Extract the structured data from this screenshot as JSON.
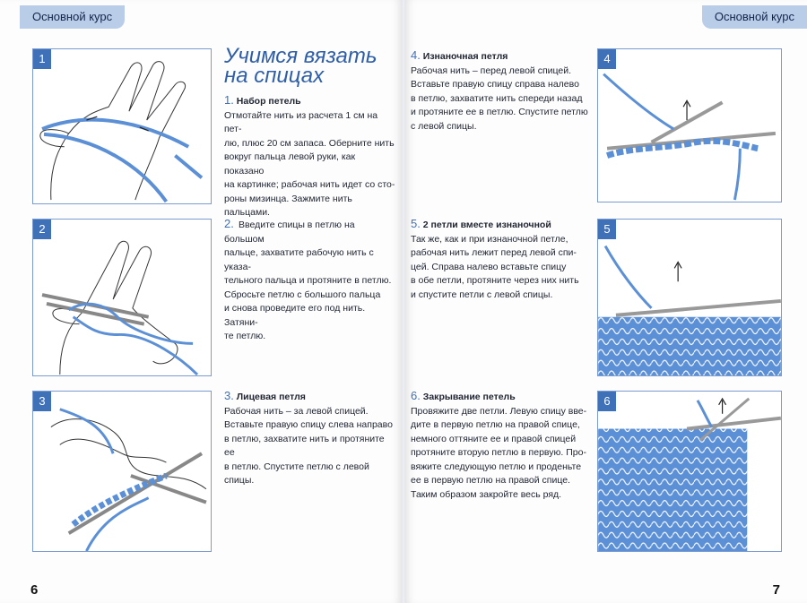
{
  "header": {
    "left_tab": "Основной курс",
    "right_tab": "Основной курс"
  },
  "title": {
    "line1": "Учимся вязать",
    "line2": "на спицах"
  },
  "figures": {
    "f1": "1",
    "f2": "2",
    "f3": "3",
    "f4": "4",
    "f5": "5",
    "f6": "6"
  },
  "steps": [
    {
      "num": "1.",
      "heading": "Набор петель",
      "text": "Отмотайте нить из расчета 1 см на пет-\nлю, плюс 20 см запаса. Оберните нить\nвокруг пальца левой руки, как показано\nна картинке; рабочая нить идет со сто-\nроны мизинца. Зажмите нить пальцами."
    },
    {
      "num": "2.",
      "heading": "",
      "text": "Введите спицы в петлю на большом\nпальце, захватите рабочую нить с указа-\nтельного пальца и протяните в петлю.\nСбросьте петлю с большого пальца\nи снова проведите его под нить. Затяни-\nте петлю."
    },
    {
      "num": "3.",
      "heading": "Лицевая петля",
      "text": "Рабочая нить – за левой спицей.\nВставьте правую спицу слева направо\nв петлю, захватите нить и протяните ее\nв петлю. Спустите петлю с левой спицы."
    },
    {
      "num": "4.",
      "heading": "Изнаночная петля",
      "text": "Рабочая нить – перед левой спицей.\nВставьте правую спицу справа налево\nв петлю, захватите нить спереди назад\nи протяните ее в петлю. Спустите петлю\nс левой спицы."
    },
    {
      "num": "5.",
      "heading": "2 петли вместе изнаночной",
      "text": "Так же, как и при изнаночной петле,\nрабочая нить лежит перед левой спи-\nцей. Справа налево вставьте спицу\nв обе петли, протяните через них нить\nи спустите петли с левой спицы."
    },
    {
      "num": "6.",
      "heading": "Закрывание петель",
      "text": "Провяжите две петли. Левую спицу вве-\nдите в первую петлю на правой спице,\nнемного оттяните ее и правой спицей\nпротяните вторую петлю в первую. Про-\nвяжите следующую петлю и проденьте\nее в первую петлю на правой спице.\nТаким образом закройте весь ряд."
    }
  ],
  "footer": {
    "left_page": "6",
    "right_page": "7"
  },
  "colors": {
    "accent": "#3f71b8",
    "yarn": "#5b8fd6",
    "tab": "#b9cde9"
  }
}
